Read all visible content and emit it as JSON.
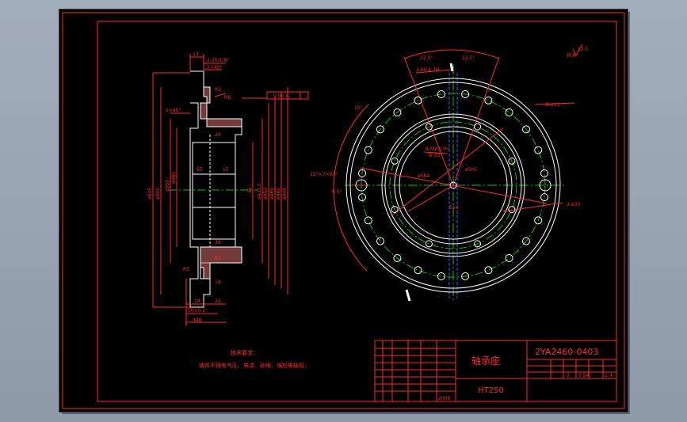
{
  "colors": {
    "background": "#000000",
    "frame": "#ff2a2a",
    "part": "#ffffff",
    "centerline": "#00c800",
    "hidden": "#3a5aff",
    "dimension": "#ff2a2a"
  },
  "title_block": {
    "part_name": "轴承座",
    "drawing_number": "2YA2460-0403",
    "material": "HT250",
    "weight": "0.54",
    "scale": "1:4",
    "quantity": "2",
    "cell_code": "2006"
  },
  "notes": {
    "heading": "技术要求：",
    "line1": "铸件不得有气孔、夹渣、砂眼、缩松等缺陷；"
  },
  "section_view": {
    "dims": {
      "top_width": "13",
      "chamfer_top": "2-20/1/8°",
      "chamfer_small": "2×45°",
      "r1": "R3",
      "r2": "R8",
      "r3": "R3",
      "r4": "R5",
      "tol_frame": "0.06 A",
      "chamfer_left": "2×45°",
      "d_1": "20",
      "d_2": "38",
      "d_3": "14",
      "d_4": "18",
      "d_5": "22",
      "small_65": "65",
      "small_15": "15",
      "bottom_50": "50±0.2",
      "bottom_348": "348",
      "d_outer": "ø645",
      "d_590": "ø590",
      "d_550": "ø550",
      "d_480": "ø480",
      "d_435": "ø435.5",
      "d_450": "ø450",
      "d_460": "ø460",
      "d_485": "ø485",
      "d_440": "ø440",
      "d_36": "36"
    }
  },
  "plan_view": {
    "dims": {
      "angle_a": "22.5°",
      "angle_b": "22.5°",
      "holes_top": "2-M24-7H",
      "holes_right": "8-ø33",
      "holes_right2": "2-ø33",
      "holes_inner": "8-M20-7H",
      "holes_inner_depth": "深 25",
      "angle_left": "15°",
      "angle_left2": "15°×7=90°",
      "angle_small": "6.5°",
      "d_584": "ø584",
      "d_505": "ø505",
      "d_514": "514",
      "roughness": "12.5",
      "rough_label": "其余"
    }
  }
}
